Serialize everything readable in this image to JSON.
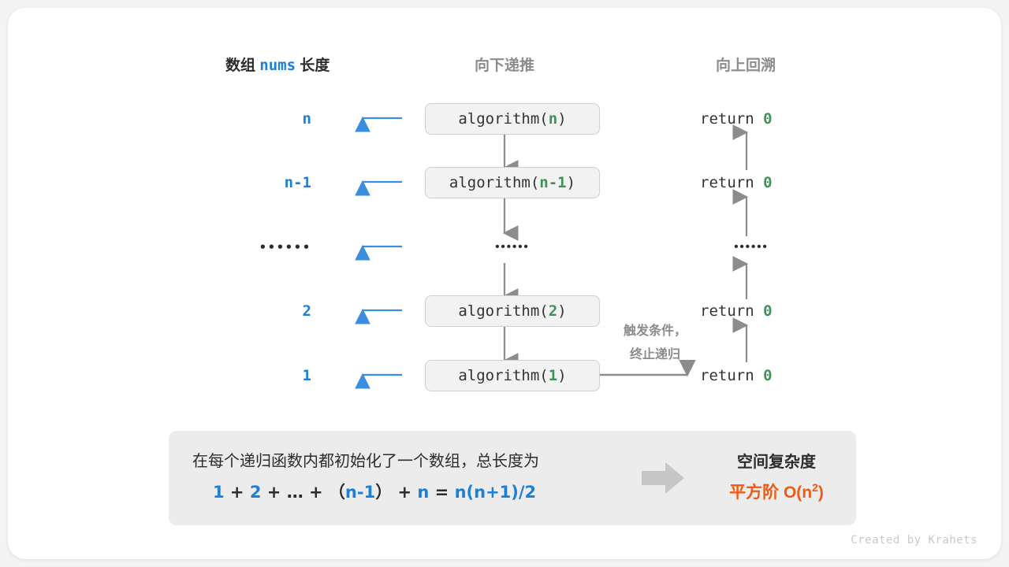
{
  "headers": {
    "left_prefix": "数组 ",
    "left_mono": "nums",
    "left_suffix": " 长度",
    "down": "向下递推",
    "up": "向上回溯"
  },
  "rows": [
    {
      "length": "n",
      "call_prefix": "algorithm(",
      "call_arg": "n",
      "call_suffix": ")",
      "ret_label": "return ",
      "ret_value": "0",
      "is_dots": false
    },
    {
      "length": "n-1",
      "call_prefix": "algorithm(",
      "call_arg": "n-1",
      "call_suffix": ")",
      "ret_label": "return ",
      "ret_value": "0",
      "is_dots": false
    },
    {
      "length": "••••••",
      "call_prefix": "",
      "call_arg": "••••••",
      "call_suffix": "",
      "ret_label": "",
      "ret_value": "••••••",
      "is_dots": true
    },
    {
      "length": "2",
      "call_prefix": "algorithm(",
      "call_arg": "2",
      "call_suffix": ")",
      "ret_label": "return ",
      "ret_value": "0",
      "is_dots": false
    },
    {
      "length": "1",
      "call_prefix": "algorithm(",
      "call_arg": "1",
      "call_suffix": ")",
      "ret_label": "return ",
      "ret_value": "0",
      "is_dots": false
    }
  ],
  "trigger_note": {
    "line1": "触发条件，",
    "line2": "终止递归"
  },
  "summary": {
    "description": "在每个递归函数内都初始化了一个数组，总长度为",
    "formula": {
      "t1": "1",
      "p1": " + ",
      "t2": "2",
      "p2": " + ",
      "ell": "…",
      "p3": " + ",
      "lp": "（",
      "t3": "n-1",
      "rp": "）",
      "p4": " + ",
      "t4": "n",
      "eq": " = ",
      "t5": "n(n+1)/2"
    },
    "result_title": "空间复杂度",
    "result_prefix": "平方阶 ",
    "result_big_o": "O(n",
    "result_exp": "2",
    "result_close": ")"
  },
  "credit": "Created by Krahets",
  "colors": {
    "blue": "#1d7fd6",
    "green": "#3f9257",
    "orange": "#ec5b11",
    "gray": "#8c8c8c",
    "box_fill": "#f2f2f2",
    "panel_fill": "#ececec"
  }
}
